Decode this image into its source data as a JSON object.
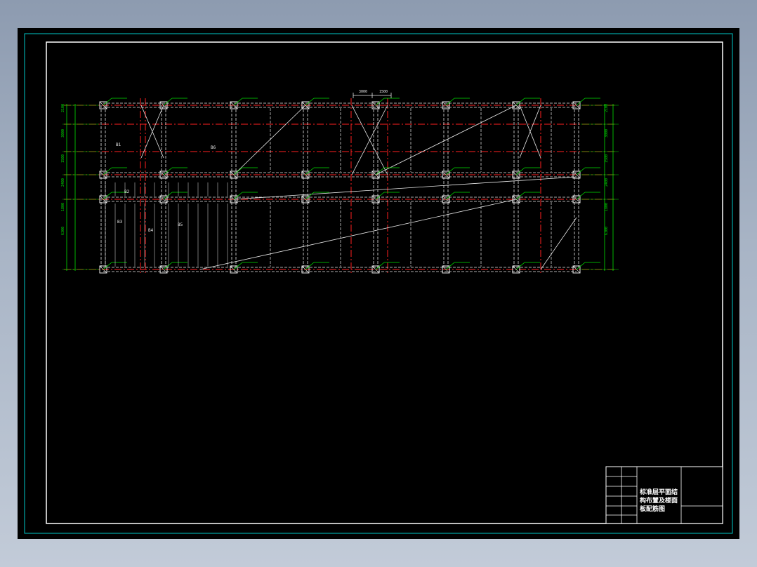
{
  "title_block": {
    "title_line_1": "标准层平面结",
    "title_line_2": "构布置及楼面",
    "title_line_3": "板配筋图"
  },
  "plan": {
    "top_dims": [
      "3000",
      "1500"
    ],
    "left_dims": [
      "2100",
      "3000",
      "1500",
      "2400",
      "1800",
      "6300"
    ],
    "right_dims": [
      "2100",
      "3000",
      "1500",
      "2400",
      "1800",
      "6300"
    ],
    "slab_labels": [
      "B1",
      "B2",
      "B3",
      "B4",
      "B5",
      "B6"
    ]
  },
  "colors": {
    "frame": "#ffffff",
    "outer_border": "#00c8c8",
    "grid_red": "#ff2020",
    "dim_green": "#00e000",
    "beam_white": "#e8e8e8"
  }
}
